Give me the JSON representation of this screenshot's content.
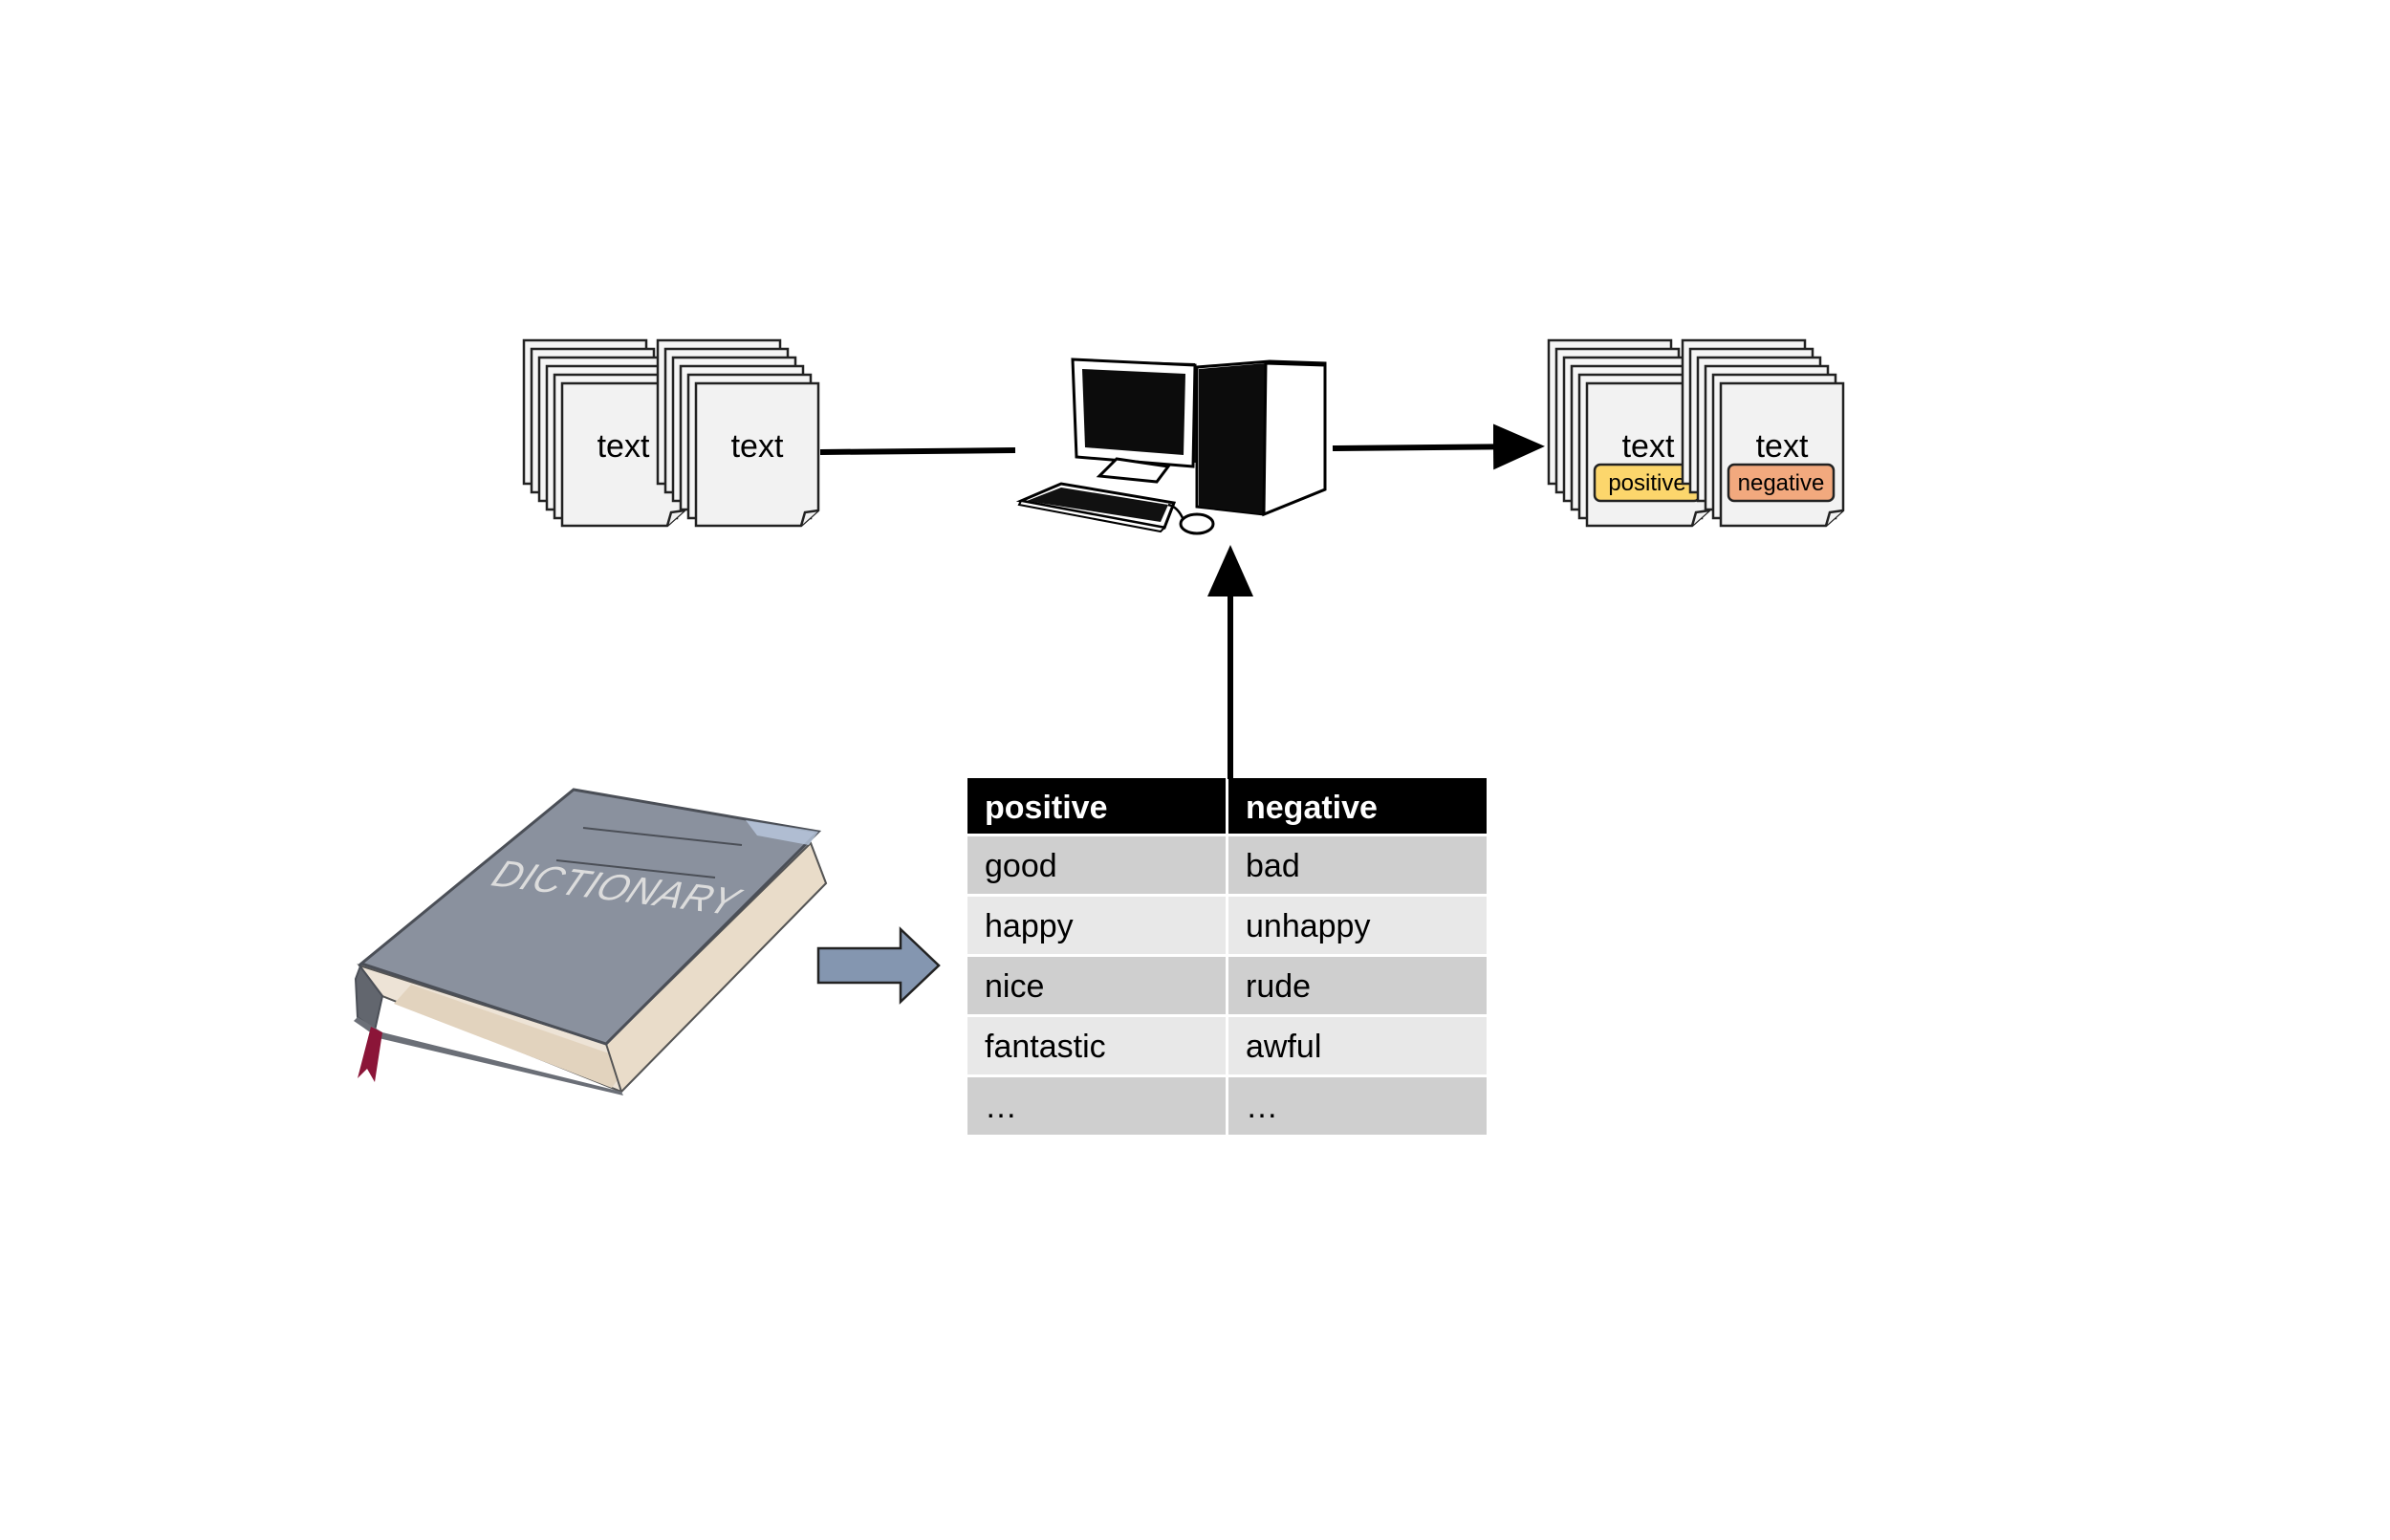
{
  "input_docs": {
    "labels": [
      "text",
      "text"
    ]
  },
  "output_docs": {
    "labels": [
      "text",
      "text"
    ],
    "badges": [
      {
        "label": "positive",
        "color": "#FCD66C"
      },
      {
        "label": "negative",
        "color": "#F2A97E"
      }
    ]
  },
  "computer": {
    "icon": "desktop-computer-icon"
  },
  "dictionary": {
    "icon": "book-icon",
    "cover_text": "DICTIONARY",
    "cover_color": "#8A919E",
    "bookmark_color": "#8B1538"
  },
  "lexicon_table": {
    "headers": [
      "positive",
      "negative"
    ],
    "rows": [
      [
        "good",
        "bad"
      ],
      [
        "happy",
        "unhappy"
      ],
      [
        "nice",
        "rude"
      ],
      [
        "fantastic",
        "awful"
      ],
      [
        "…",
        "…"
      ]
    ],
    "header_color": "#000000",
    "row_colors": [
      "#CFCFCF",
      "#E8E8E8"
    ]
  },
  "colors": {
    "block_arrow": "#8496B0"
  }
}
